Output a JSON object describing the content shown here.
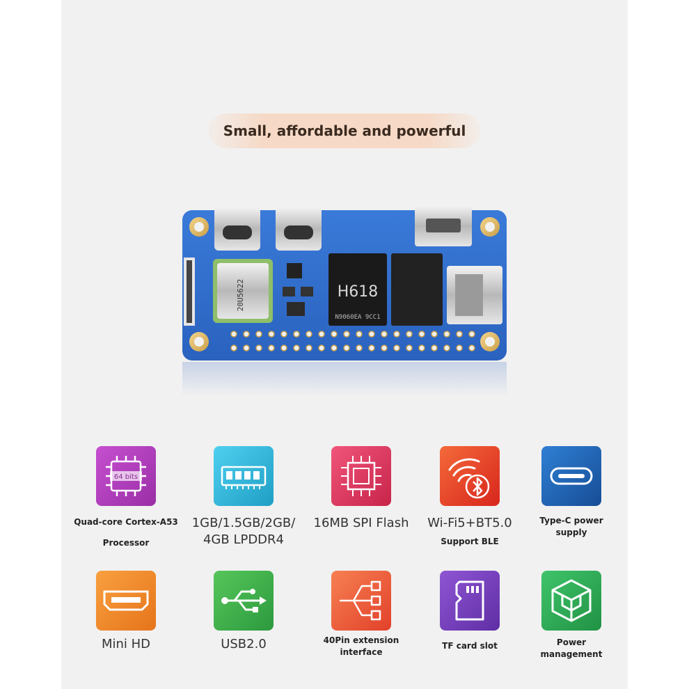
{
  "headline": "Small, affordable and powerful",
  "board": {
    "soc_label": "H618",
    "soc_sub": "N9060EA 9CC1",
    "module_label": "20U5622",
    "colors": {
      "pcb": "#2f6fd0",
      "pcb_edge": "#2a5fb6",
      "chip": "#1a1a1a"
    }
  },
  "features": [
    {
      "icon": "cpu-chip-icon",
      "icon_text": "64 bits",
      "line1": "Quad-core Cortex-A53",
      "line2": "Processor",
      "color": "#b13fb8"
    },
    {
      "icon": "ram-module-icon",
      "line1": "1GB/1.5GB/2GB/",
      "line2": "4GB LPDDR4",
      "color": "#2bb3d6"
    },
    {
      "icon": "flash-chip-icon",
      "line1": "16MB SPI Flash",
      "line2": "",
      "color": "#e0355e"
    },
    {
      "icon": "wifi-bluetooth-icon",
      "line1": "Wi-Fi5+BT5.0",
      "line2": "Support BLE",
      "color": "#e8402a"
    },
    {
      "icon": "usb-c-port-icon",
      "line1": "Type-C power",
      "line2": "supply",
      "color": "#1e5fb0"
    },
    {
      "icon": "hdmi-port-icon",
      "line1": "Mini HD",
      "line2": "",
      "color": "#f28a22"
    },
    {
      "icon": "usb-symbol-icon",
      "line1": "USB2.0",
      "line2": "",
      "color": "#3db04a"
    },
    {
      "icon": "extension-pins-icon",
      "line1": "40Pin extension",
      "line2": "interface",
      "color": "#ee5a38"
    },
    {
      "icon": "sd-card-icon",
      "line1": "TF card slot",
      "line2": "",
      "color": "#7a3fbe"
    },
    {
      "icon": "cube-icon",
      "line1": "Power",
      "line2": "management",
      "color": "#2fae5a"
    }
  ]
}
